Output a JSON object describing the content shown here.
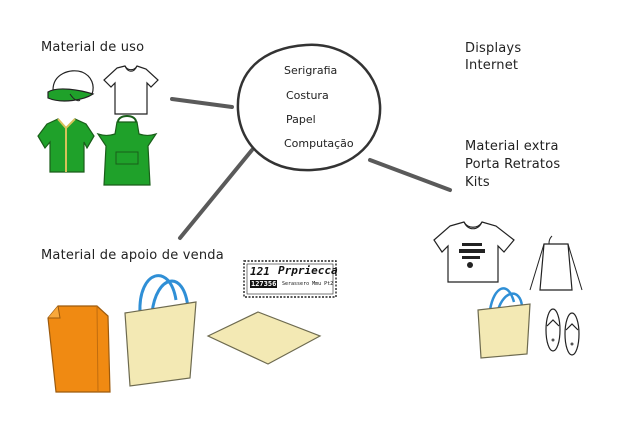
{
  "hub": {
    "items": [
      "Serigrafia",
      "Costura",
      "Papel",
      "Computação"
    ]
  },
  "sections": {
    "material_uso": {
      "title": "Material de uso"
    },
    "displays": {
      "lines": [
        "Displays",
        "Internet"
      ]
    },
    "material_extra": {
      "lines": [
        "Material extra",
        "Porta Retratos",
        "Kits"
      ]
    },
    "apoio_venda": {
      "title": "Material de apoio de venda"
    }
  },
  "stamp": {
    "number": "121",
    "brand": "Prpriecca",
    "tag": "127356",
    "sub": "Serassero Mmu Pt2"
  },
  "colors": {
    "green": "#1fa12a",
    "orange": "#f08a12",
    "cream": "#f3e9b4",
    "blue_handle": "#2f8fd6",
    "line": "#5a5a5a"
  }
}
